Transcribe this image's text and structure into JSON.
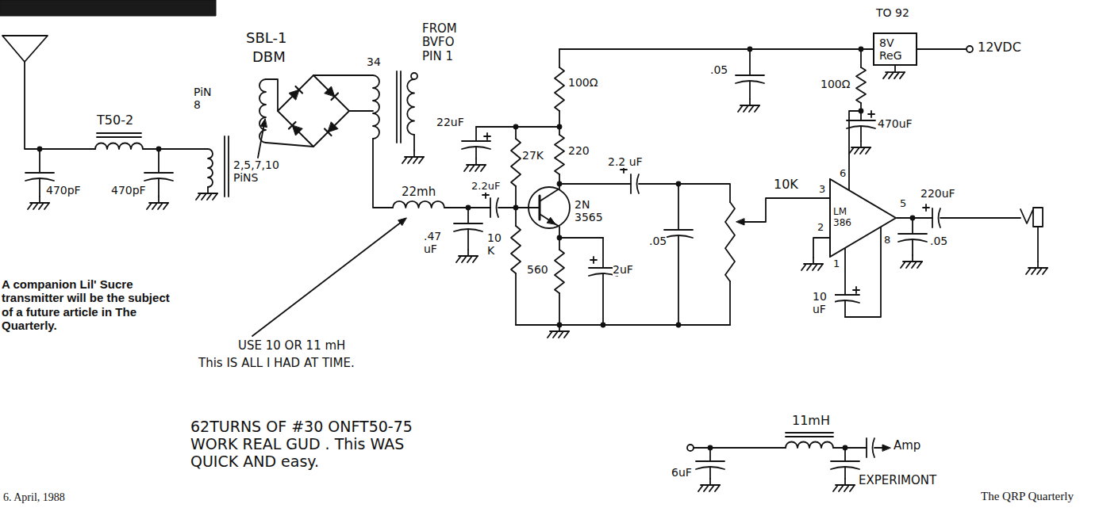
{
  "diagram": {
    "caption": "A companion Lil' Sucre transmitter will be the subject of a future article in The Quarterly.",
    "nodes": [
      {
        "text": [
          "8V ReG"
        ]
      },
      {
        "text": [
          "LM 386"
        ]
      }
    ],
    "labels": [
      "SBL-1",
      "DBM",
      "FROM BVFO PIN 1",
      "T50-2",
      "PiN 8",
      "470pF",
      "470pF",
      "2,5,7,10 PiNS",
      "34",
      "22mh",
      ".47 uF",
      "22uF",
      "2.2uF",
      "27K",
      "10 K",
      "100Ω",
      "220",
      "2N 3565",
      "560",
      "2uF",
      "2.2 uF",
      ".05",
      "10K",
      ".05",
      "TO 92",
      "12VDC",
      "100Ω",
      "470uF",
      "6",
      "3",
      "2",
      "5",
      "1",
      "8",
      "220uF",
      ".05",
      "10 uF",
      "USE 10 OR 11 mH",
      "This IS ALL I HAD AT TIME.",
      "62TURNS OF #30 ONFT50-75 WORK REAL GUD . This WAS QUICK AND easy.",
      "11mH",
      "6uF",
      "Amp",
      "EXPERIMONT",
      "6. April, 1988",
      "The QRP Quarterly"
    ]
  }
}
